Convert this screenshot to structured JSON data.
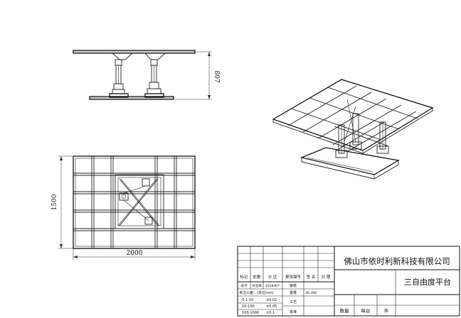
{
  "dimensions": {
    "height_side": "807",
    "width_plan": "2000",
    "height_plan": "1500"
  },
  "title_block": {
    "company": "佛山市依时利新科技有限公司",
    "drawing_name": "三自由度平台",
    "labels": {
      "mark": "标记",
      "count": "处数",
      "zone": "分 区",
      "change_doc": "更改描号",
      "sign": "签 名",
      "date": "日 期",
      "design": "设计",
      "designer": "邓志锋",
      "design_date": "2018/8/7",
      "review": "审核",
      "weight": "重量",
      "weight_value": "46.398",
      "tolerance": "未注公差：(单位mm)",
      "tol1_range": "0.1-10",
      "tol1_value": "±0.02",
      "tol2_range": "10-100",
      "tol2_value": "±0.05",
      "tol3_range": "100-1000",
      "tol3_value": "±0.1",
      "craft": "工艺",
      "approve": "批准",
      "quantity": "数量",
      "per_unit": "每台",
      "pieces": "件"
    }
  }
}
